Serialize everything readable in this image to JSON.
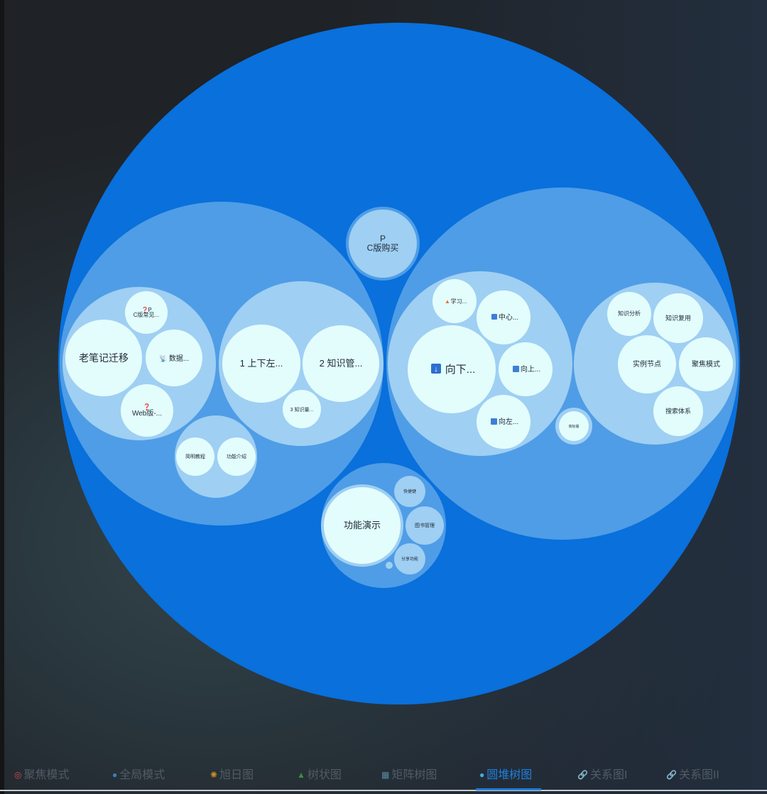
{
  "colors": {
    "outer_circle": "#0970dc",
    "group_circle": "#4f9de6",
    "subgroup_circle": "#9fcff3",
    "leaf_circle": "#e3fdfd",
    "active_tab": "#1e7fe0",
    "inactive_tab": "#525b66"
  },
  "chart_data": {
    "type": "circle-packing",
    "root": "",
    "groups": [
      {
        "subgroups": [
          {
            "leaves": [
              "P",
              "C版常见...",
              "数据...",
              "Web版-..."
            ],
            "extra_label": "老笔记迁移"
          },
          {
            "leaves": [
              "1 上下左...",
              "2 知识管...",
              "3 知识量..."
            ]
          },
          {
            "leaves": [
              "简明教程",
              "功能介绍"
            ]
          }
        ]
      },
      {
        "leaves": [
          "P",
          "C版购买"
        ]
      },
      {
        "subgroups": [
          {
            "leaves": [
              "学习...",
              "中心...",
              "向下...",
              "向上...",
              "向左..."
            ]
          },
          {
            "leaves": [
              "知识分析",
              "知识复用",
              "实例节点",
              "聚焦模式",
              "搜索体系"
            ]
          },
          {
            "leaves": [
              "商标版"
            ]
          }
        ]
      },
      {
        "leaves": [
          "功能演示",
          "快捷键",
          "图书管理",
          "分享功能"
        ]
      }
    ]
  },
  "labels": {
    "pc_buy_line1": "P",
    "pc_buy_line2": "C版购买",
    "faq_prefix": "P",
    "faq": "C版常见...",
    "old_migrate": "老笔记迁移",
    "data": "数据...",
    "web": "Web版-...",
    "updown": "1 上下左...",
    "km": "2 知识管...",
    "kq": "3 知识量...",
    "tutorial": "简明教程",
    "intro": "功能介绍",
    "learn": "学习...",
    "center": "中心...",
    "down": "向下...",
    "up": "向上...",
    "left": "向左...",
    "trademark": "商标版",
    "analysis": "知识分析",
    "reuse": "知识复用",
    "instance": "实例节点",
    "focus": "聚焦模式",
    "search": "搜索体系",
    "demo": "功能演示",
    "shortcut": "快捷键",
    "books": "图书管理",
    "share": "分享功能"
  },
  "tabs": [
    {
      "label": "聚焦模式",
      "icon": "target-icon",
      "glyph": "◎"
    },
    {
      "label": "全局模式",
      "icon": "globe-icon",
      "glyph": "●"
    },
    {
      "label": "旭日图",
      "icon": "sun-icon",
      "glyph": "✺"
    },
    {
      "label": "树状图",
      "icon": "tree-icon",
      "glyph": "▲"
    },
    {
      "label": "矩阵树图",
      "icon": "grid-icon",
      "glyph": "▦"
    },
    {
      "label": "圆堆树图",
      "icon": "globe-icon",
      "glyph": "●"
    },
    {
      "label": "关系图I",
      "icon": "link-icon",
      "glyph": "🔗"
    },
    {
      "label": "关系图II",
      "icon": "link-icon",
      "glyph": "🔗"
    }
  ]
}
